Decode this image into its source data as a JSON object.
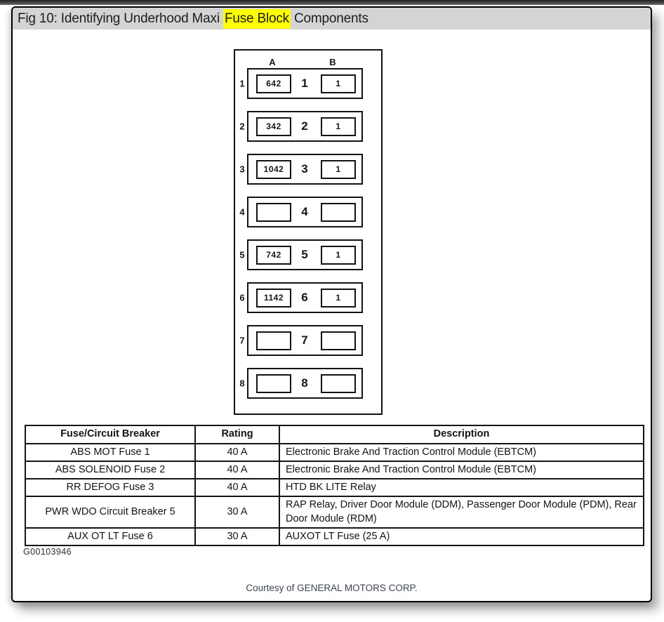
{
  "page": {
    "title": {
      "prefix": "Fig 10: Identifying Underhood Maxi ",
      "highlight": "Fuse Block",
      "suffix": " Components"
    },
    "figure_id": "G00103946",
    "courtesy": "Courtesy of GENERAL MOTORS CORP."
  },
  "diagram": {
    "column_headers": [
      "A",
      "B"
    ],
    "rows": [
      {
        "num": "1",
        "slot_a": "642",
        "mid": "1",
        "slot_b": "1"
      },
      {
        "num": "2",
        "slot_a": "342",
        "mid": "2",
        "slot_b": "1"
      },
      {
        "num": "3",
        "slot_a": "1042",
        "mid": "3",
        "slot_b": "1"
      },
      {
        "num": "4",
        "slot_a": "",
        "mid": "4",
        "slot_b": ""
      },
      {
        "num": "5",
        "slot_a": "742",
        "mid": "5",
        "slot_b": "1"
      },
      {
        "num": "6",
        "slot_a": "1142",
        "mid": "6",
        "slot_b": "1"
      },
      {
        "num": "7",
        "slot_a": "",
        "mid": "7",
        "slot_b": ""
      },
      {
        "num": "8",
        "slot_a": "",
        "mid": "8",
        "slot_b": ""
      }
    ]
  },
  "table": {
    "headers": [
      "Fuse/Circuit Breaker",
      "Rating",
      "Description"
    ],
    "rows": [
      [
        "ABS MOT Fuse 1",
        "40 A",
        "Electronic Brake And Traction Control Module (EBTCM)"
      ],
      [
        "ABS SOLENOID Fuse 2",
        "40 A",
        "Electronic Brake And Traction Control Module (EBTCM)"
      ],
      [
        "RR DEFOG Fuse 3",
        "40 A",
        "HTD BK LITE Relay"
      ],
      [
        "PWR WDO Circuit Breaker 5",
        "30 A",
        "RAP Relay, Driver Door Module (DDM), Passenger Door Module (PDM), Rear Door Module (RDM)"
      ],
      [
        "AUX OT LT Fuse 6",
        "30 A",
        "AUXOT LT Fuse (25 A)"
      ]
    ]
  },
  "colors": {
    "highlight": "#ffff00",
    "title_bar_bg": "#d4d4d4",
    "line_color": "#131313",
    "courtesy_text": "#3c4450"
  }
}
